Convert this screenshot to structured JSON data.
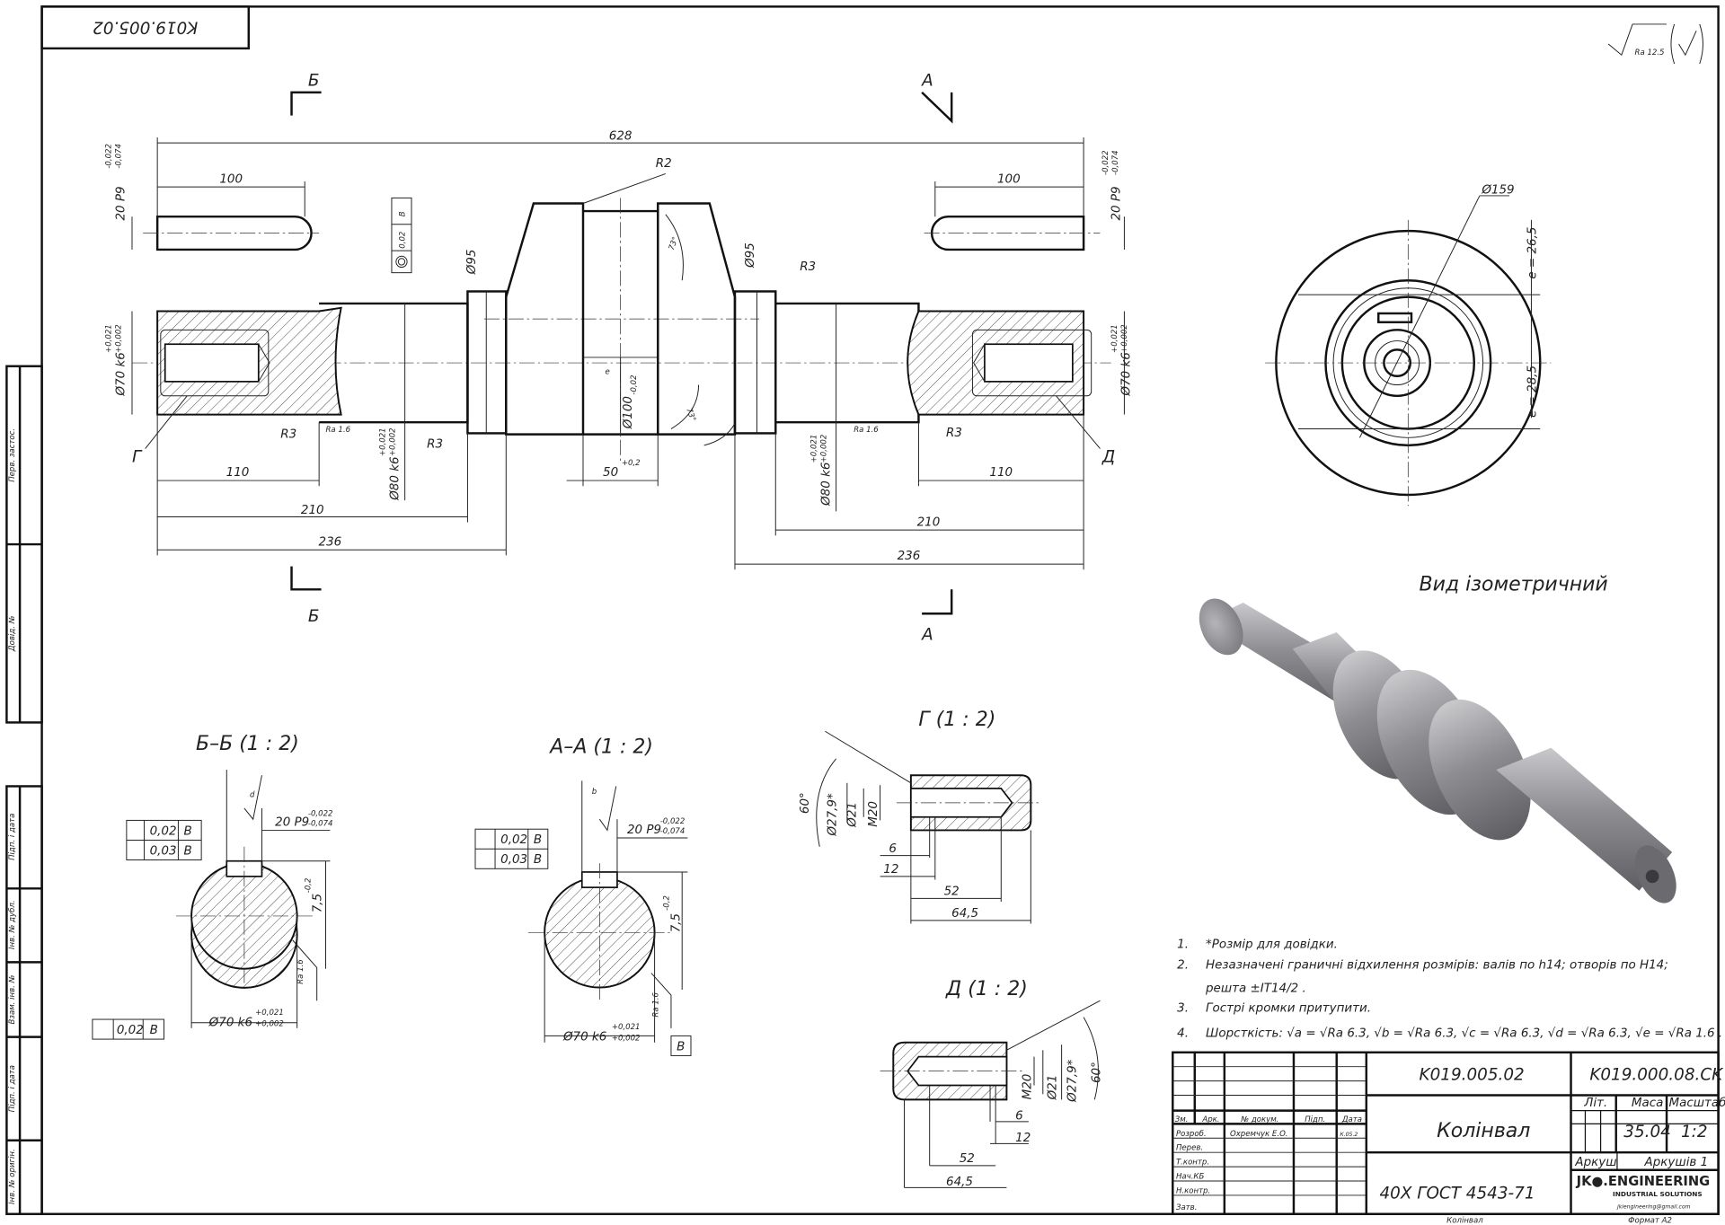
{
  "sheet": {
    "corner_stamp": "K019.005.02",
    "roughness_general": "Ra 12.5",
    "side_labels": [
      "Перв. застос.",
      "Довід. №",
      "Підп. і дата",
      "Інв. № дубл.",
      "Взам. інв. №",
      "Підп. і дата",
      "Інв. № оригін."
    ]
  },
  "main_view": {
    "section_marks": {
      "b": "Б",
      "a": "А",
      "g": "Г",
      "d": "Д"
    },
    "dims": {
      "overall": "628",
      "key_left": "100",
      "key_right": "100",
      "key_width_left": "20 P9",
      "key_width_right": "20 P9",
      "tol_p9_upper": "-0,022",
      "tol_p9_lower": "-0,074",
      "d70_left": "Ø70 k6",
      "d70_right": "Ø70 k6",
      "tol_k6_70_upper": "+0,021",
      "tol_k6_70_lower": "+0,002",
      "d80_left": "Ø80 k6",
      "d80_right": "Ø80 k6",
      "d95_left": "Ø95",
      "d95_right": "Ø95",
      "d100": "Ø100",
      "d100_tol": "-0,02",
      "r2": "R2",
      "r3_a": "R3",
      "r3_b": "R3",
      "r3_c": "R3",
      "r3_d": "R3",
      "ra16_a": "Ra 1.6",
      "ra16_b": "Ra 1.6",
      "angle_top": "73°",
      "angle_bottom": "73°",
      "l110_left": "110",
      "l110_right": "110",
      "l210_left": "210",
      "l210_right": "210",
      "l236_left": "236",
      "l236_right": "236",
      "l50": "50",
      "l50_tol": "+0,2",
      "e_mark": "e",
      "runout_tol": "0,02",
      "datum": "B"
    }
  },
  "end_view": {
    "d159": "Ø159",
    "e_top": "e = 26,5",
    "e_bottom": "e = 28,5"
  },
  "iso_view": {
    "title": "Вид ізометричний"
  },
  "section_bb": {
    "title": "Б–Б (1 : 2)",
    "sym_tol": "0,02",
    "par_tol": "0,03",
    "datum": "B",
    "key": "20 P9",
    "key_up": "-0,022",
    "key_lo": "-0,074",
    "depth": "7,5",
    "depth_tol": "-0,2",
    "dia": "Ø70 k6",
    "dia_up": "+0,021",
    "dia_lo": "+0,002",
    "runout": "0,02",
    "roughness": "Ra 1.6",
    "rough_mark": "d"
  },
  "section_aa": {
    "title": "А–А (1 : 2)",
    "sym_tol": "0,02",
    "par_tol": "0,03",
    "datum": "B",
    "key": "20 P9",
    "key_up": "-0,022",
    "key_lo": "-0,074",
    "depth": "7,5",
    "depth_tol": "-0,2",
    "dia": "Ø70 k6",
    "dia_up": "+0,021",
    "dia_lo": "+0,002",
    "roughness": "Ra 1.6",
    "rough_mark": "b",
    "datum_box": "B"
  },
  "detail_g": {
    "title": "Г (1 : 2)",
    "angle": "60°",
    "d279": "Ø27,9*",
    "d21": "Ø21",
    "m20": "M20",
    "l6": "6",
    "l12": "12",
    "l52": "52",
    "l645": "64,5"
  },
  "detail_d": {
    "title": "Д (1 : 2)",
    "angle": "60°",
    "d279": "Ø27,9*",
    "d21": "Ø21",
    "m20": "M20",
    "l6": "6",
    "l12": "12",
    "l52": "52",
    "l645": "64,5"
  },
  "notes": [
    {
      "num": "1.",
      "text": "*Розмір для довідки."
    },
    {
      "num": "2.",
      "text": "Незазначені граничні відхилення розмірів: валів по h14; отворів по H14;"
    },
    {
      "num": "",
      "text": "решта ±IT14/2 ."
    },
    {
      "num": "3.",
      "text": "Гострі кромки притупити."
    },
    {
      "num": "4.",
      "text": "Шорсткість: √a = √Ra 6.3, √b = √Ra 6.3, √c = √Ra 6.3, √d = √Ra 6.3, √e = √Ra 1.6 ."
    }
  ],
  "title_block": {
    "doc_code": "K019.005.02",
    "assembly_code": "K019.000.08.CK",
    "part_name": "Колінвал",
    "material": "40Х ГОСТ 4543-71",
    "lit_label": "Літ.",
    "mass_label": "Маса",
    "scale_label": "Масштаб",
    "mass": "35.04",
    "scale": "1:2",
    "sheet_label": "Аркуш",
    "sheets_label": "Аркушів 1",
    "headers": [
      "Зм.",
      "Арк.",
      "№ докум.",
      "Підп.",
      "Дата"
    ],
    "roles": [
      "Розроб.",
      "Перев.",
      "Т.контр.",
      "Нач.КБ",
      "Н.контр.",
      "Затв."
    ],
    "developer": "Охремчук Е.О.",
    "dev_date": "К.05.2",
    "company": "JK●.ENGINEERING",
    "company_sub": "INDUSTRIAL SOLUTIONS",
    "company_email": "jkiengineering@gmail.com",
    "footer_left": "Колінвал",
    "footer_right": "Формат А2"
  }
}
